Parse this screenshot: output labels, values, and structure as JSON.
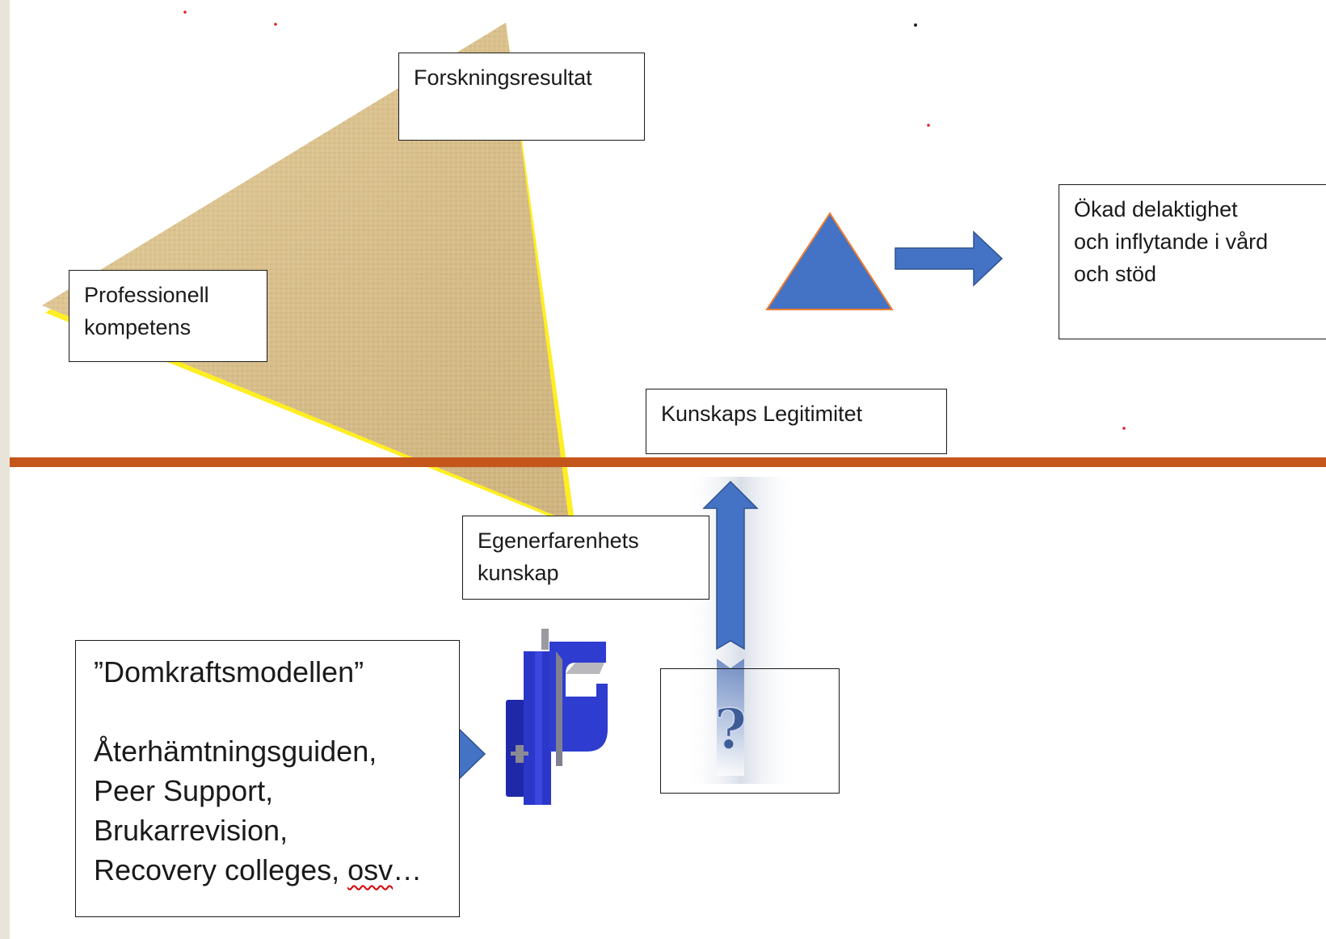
{
  "labels": {
    "forskning": "Forskningsresultat",
    "professionell": [
      "Professionell",
      "kompetens"
    ],
    "egenerfarenhet": [
      "Egenerfarenhets",
      "kunskap"
    ],
    "legitimitet": "Kunskaps Legitimitet",
    "okad": [
      "Ökad delaktighet",
      "och inflytande i vård",
      "och stöd"
    ],
    "question_mark": "?"
  },
  "domkraft": {
    "title": "”Domkraftsmodellen”",
    "items": [
      "Återhämtningsguiden,",
      "Peer Support,",
      "Brukarrevision,"
    ],
    "last_item_prefix": "Recovery colleges, ",
    "last_item_underlined": "osv",
    "last_item_suffix": "…"
  },
  "colors": {
    "horizon_line": "#c4561b",
    "arrow_blue": "#4472c4",
    "triangle_outline": "#ed7d31",
    "triangle_wood": "#d8bf8c",
    "triangle_edge": "#ffee22",
    "jack_blue": "#2a37c8"
  }
}
